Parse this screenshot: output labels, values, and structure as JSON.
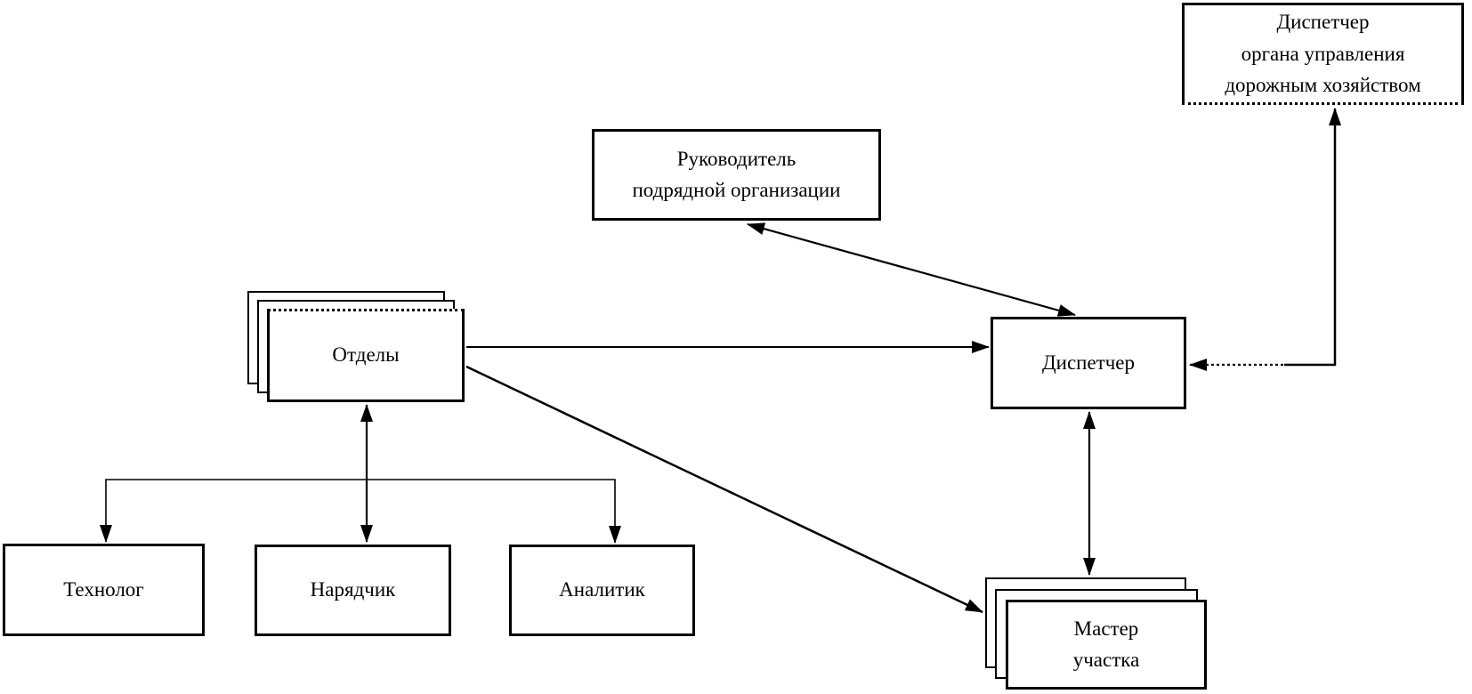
{
  "page": {
    "background_color": "#ffffff",
    "line_color": "#000000"
  },
  "nodes": {
    "dispatcher_authority": {
      "lines": [
        "Диспетчер",
        "органа управления",
        "дорожным хозяйством"
      ],
      "stacked": false
    },
    "head_contractor": {
      "lines": [
        "Руководитель",
        "подрядной организации"
      ],
      "stacked": false
    },
    "departments": {
      "lines": [
        "Отделы"
      ],
      "stacked": true,
      "stack_count": 3
    },
    "dispatcher": {
      "lines": [
        "Диспетчер"
      ],
      "stacked": false
    },
    "technologist": {
      "lines": [
        "Технолог"
      ],
      "stacked": false
    },
    "work_order_clerk": {
      "lines": [
        "Нарядчик"
      ],
      "stacked": false
    },
    "analyst": {
      "lines": [
        "Аналитик"
      ],
      "stacked": false
    },
    "site_foreman": {
      "lines": [
        "Мастер",
        "участка"
      ],
      "stacked": true,
      "stack_count": 3
    }
  },
  "edges": [
    {
      "from": "head_contractor",
      "to": "dispatcher",
      "arrows": "both",
      "style": "solid",
      "shape": "diagonal"
    },
    {
      "from": "departments",
      "to": "dispatcher",
      "arrows": "to",
      "style": "solid",
      "shape": "horizontal"
    },
    {
      "from": "departments",
      "to": "site_foreman",
      "arrows": "to",
      "style": "solid",
      "shape": "diagonal"
    },
    {
      "from": "departments",
      "to": "work_order_clerk",
      "arrows": "both",
      "style": "solid",
      "shape": "vertical"
    },
    {
      "from": "departments",
      "to": "technologist",
      "arrows": "to",
      "style": "solid",
      "shape": "elbow"
    },
    {
      "from": "departments",
      "to": "analyst",
      "arrows": "to",
      "style": "solid",
      "shape": "elbow"
    },
    {
      "from": "dispatcher",
      "to": "site_foreman",
      "arrows": "both",
      "style": "solid",
      "shape": "vertical"
    },
    {
      "from": "dispatcher_authority",
      "to": "dispatcher",
      "arrows": "both",
      "style": "partly-dotted",
      "shape": "elbow"
    }
  ]
}
